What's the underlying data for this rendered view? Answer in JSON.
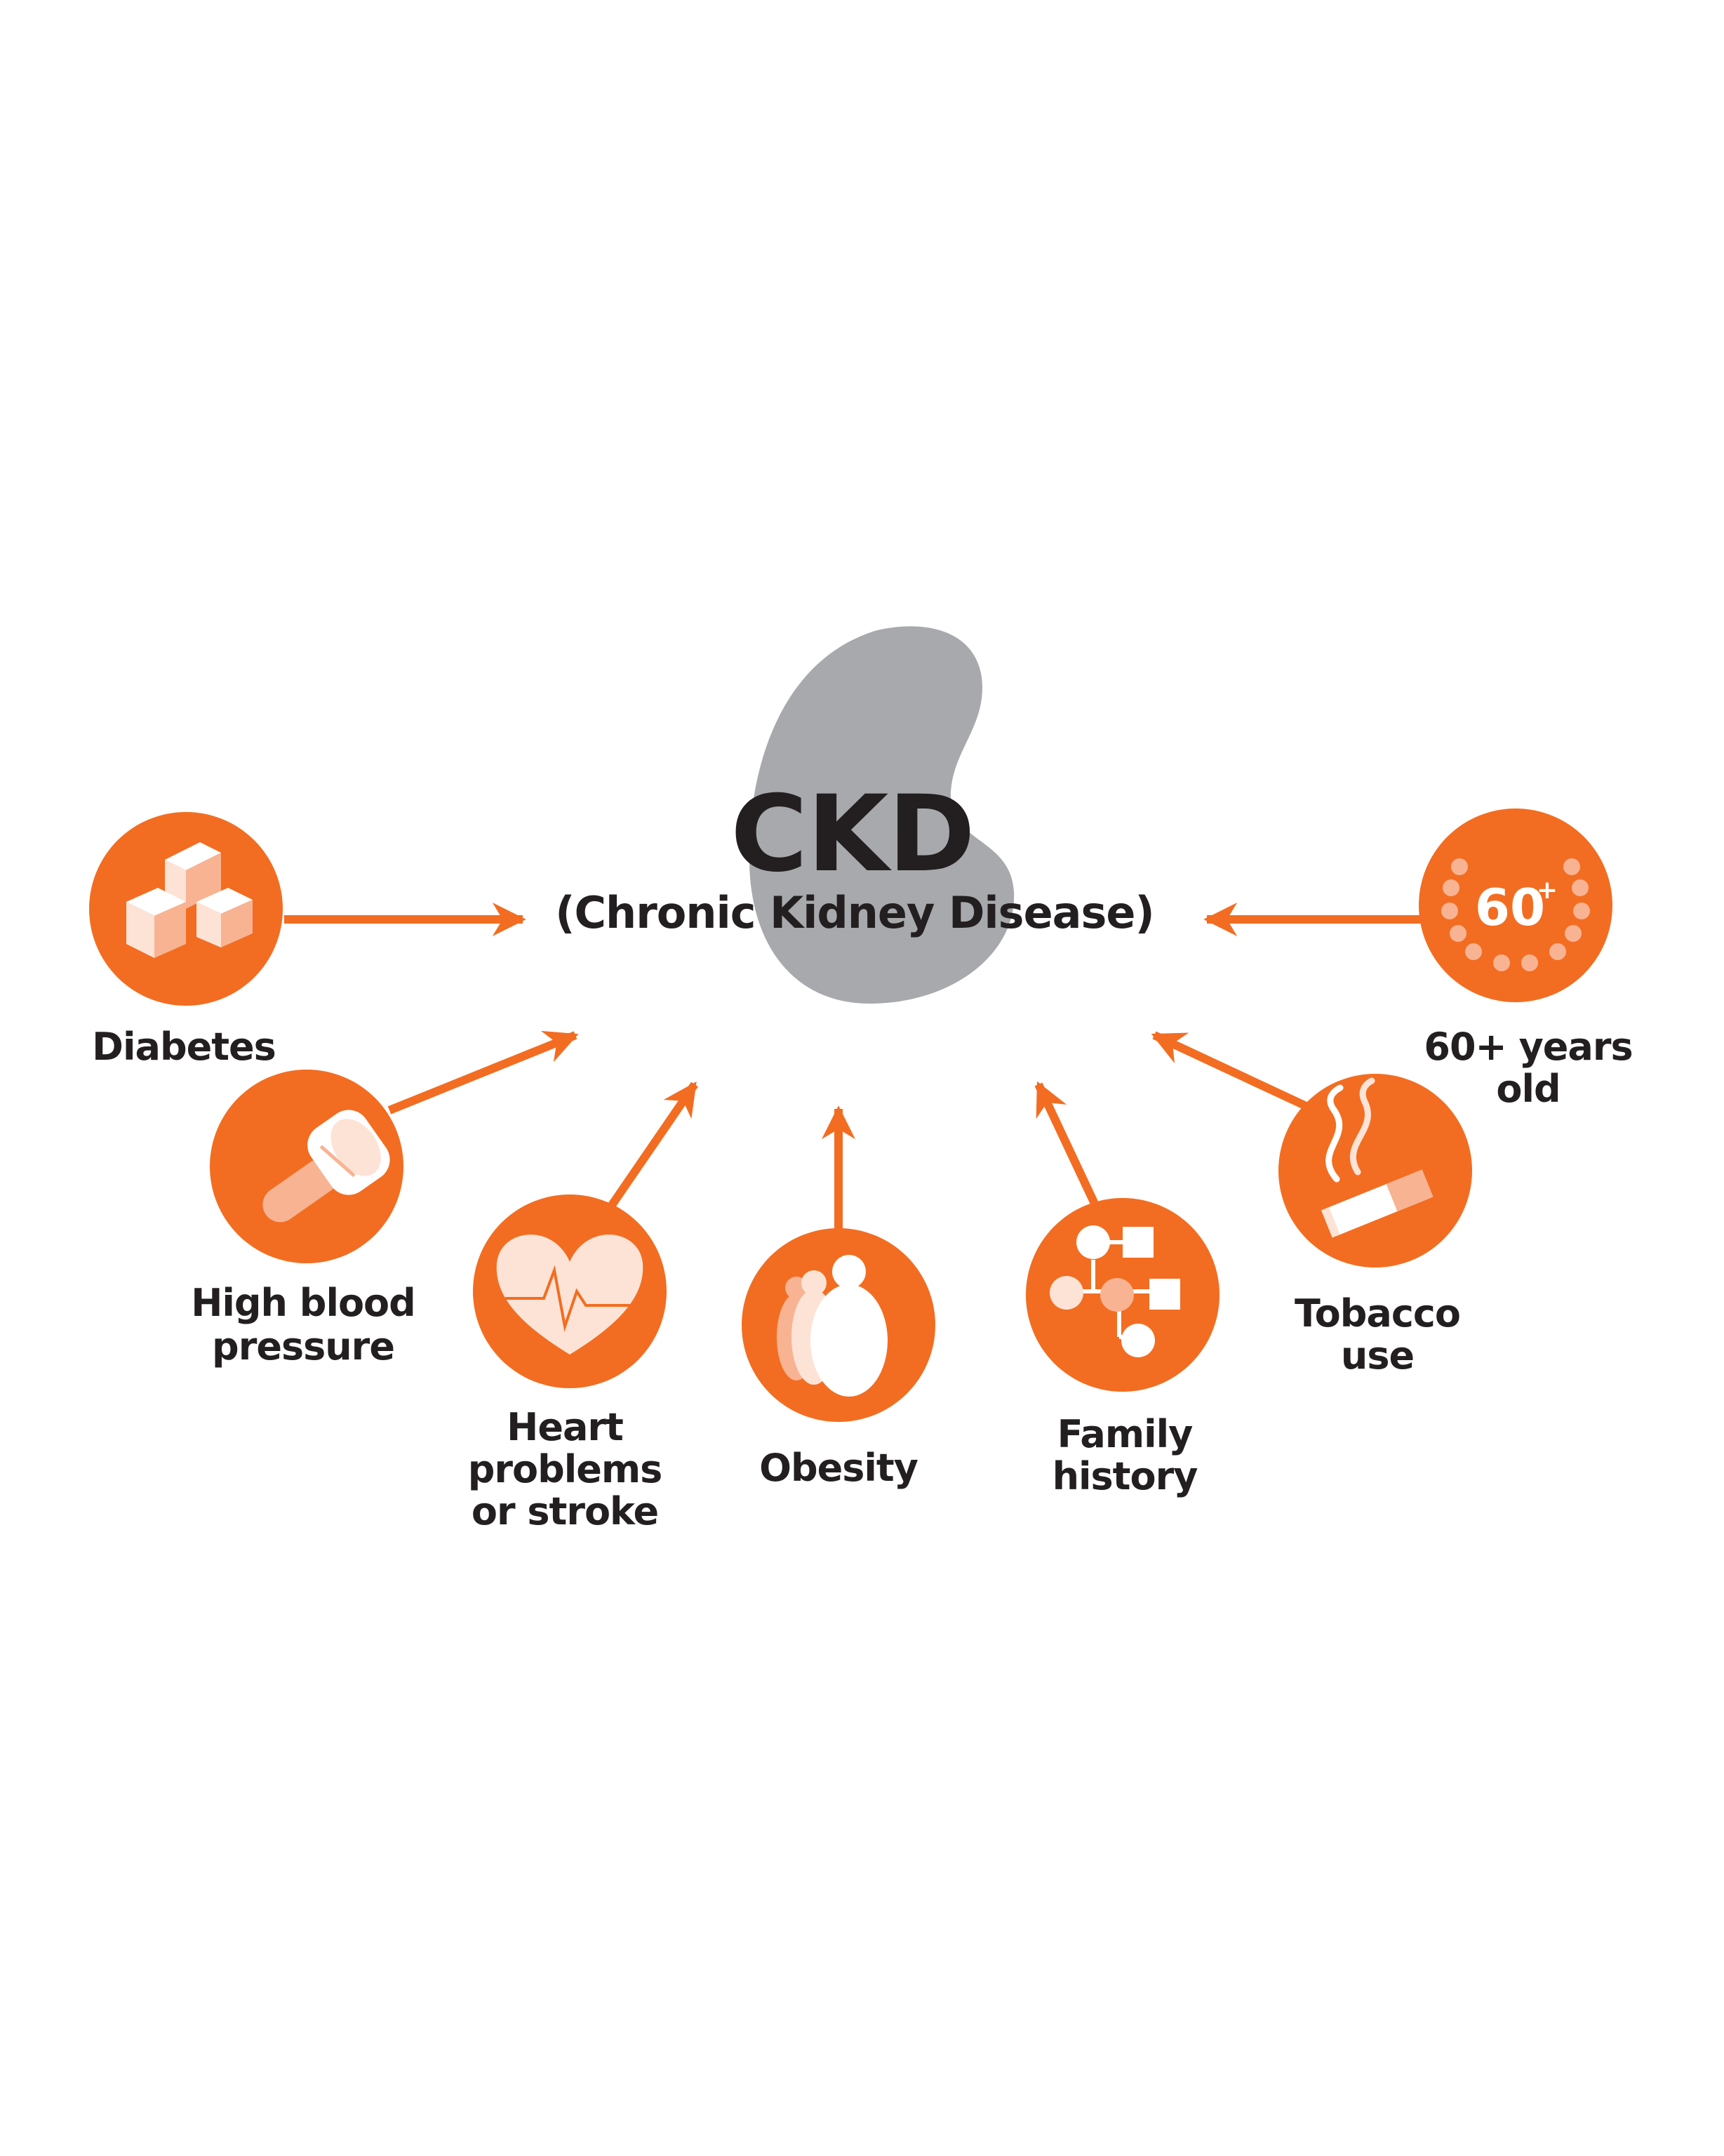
{
  "center": {
    "title": "CKD",
    "subtitle": "(Chronic Kidney Disease)"
  },
  "colors": {
    "accent": "#f26d21",
    "kidney": "#a7a9ac",
    "icon_light": "#fde3d6",
    "icon_mid": "#f8b392",
    "text": "#231f20"
  },
  "risk_factors": [
    {
      "label_lines": [
        "Diabetes"
      ],
      "icon": "sugar-cubes-icon"
    },
    {
      "label_lines": [
        "High blood",
        "pressure"
      ],
      "icon": "salt-shaker-icon"
    },
    {
      "label_lines": [
        "Heart",
        "problems",
        "or stroke"
      ],
      "icon": "heart-ecg-icon"
    },
    {
      "label_lines": [
        "Obesity"
      ],
      "icon": "overweight-people-icon"
    },
    {
      "label_lines": [
        "Family",
        "history"
      ],
      "icon": "family-tree-icon"
    },
    {
      "label_lines": [
        "Tobacco",
        "use"
      ],
      "icon": "cigarette-icon"
    },
    {
      "label_lines": [
        "60+ years",
        "old"
      ],
      "icon": "age-60-laurel-icon",
      "badge": "60",
      "badge_sup": "+"
    }
  ]
}
